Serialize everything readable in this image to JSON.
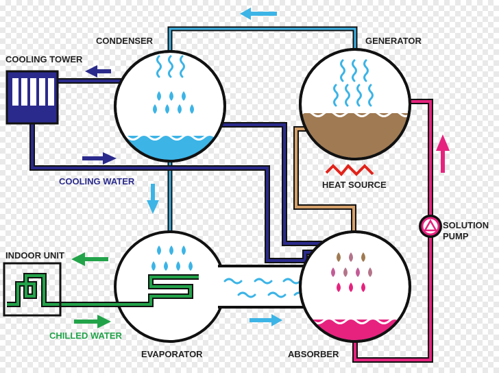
{
  "labels": {
    "condenser": "CONDENSER",
    "generator": "GENERATOR",
    "cooling_tower": "COOLING TOWER",
    "cooling_water": "COOLING WATER",
    "heat_source": "HEAT SOURCE",
    "solution_pump_line1": "SOLUTION",
    "solution_pump_line2": "PUMP",
    "indoor_unit": "INDOOR UNIT",
    "chilled_water": "CHILLED WATER",
    "evaporator": "EVAPORATOR",
    "absorber": "ABSORBER"
  },
  "colors": {
    "outline": "#111111",
    "water_blue": "#3cb4e6",
    "navy": "#2a2a8c",
    "green": "#22a34a",
    "magenta": "#e6227e",
    "brown": "#a07a52",
    "heat_red": "#e2231a"
  }
}
